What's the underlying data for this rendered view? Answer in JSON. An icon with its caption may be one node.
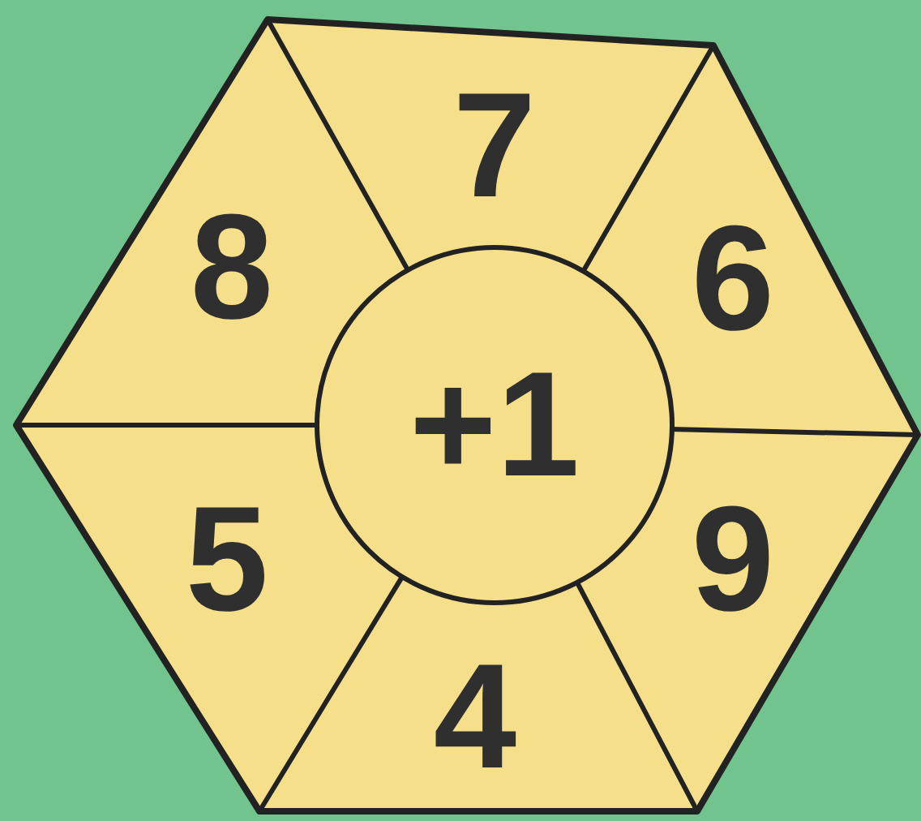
{
  "diagram": {
    "nodes": [
      {
        "text": [],
        "shape": "hexagon"
      },
      {
        "text": [
          "7"
        ],
        "in": 0
      },
      {
        "text": [
          "8"
        ],
        "in": 0
      },
      {
        "text": [
          "6"
        ],
        "in": 0
      },
      {
        "text": [
          "+1"
        ],
        "in": 0
      },
      {
        "text": [
          "5"
        ],
        "in": 0
      },
      {
        "text": [
          "9"
        ],
        "in": 0
      },
      {
        "text": [
          "4"
        ],
        "in": 0
      }
    ]
  }
}
